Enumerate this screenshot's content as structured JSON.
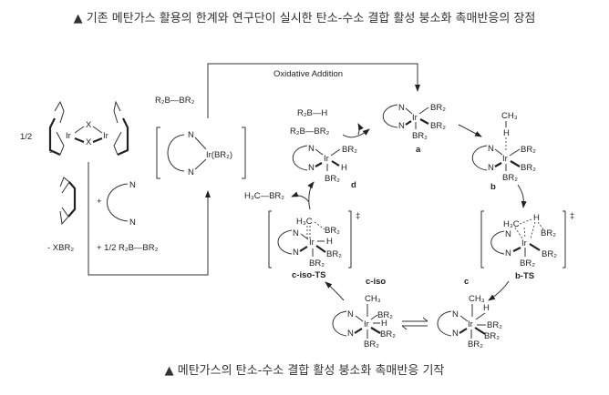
{
  "top_caption": "▲ 기존 메탄가스 활용의 한계와 연구단이 실시한 탄소-수소 결합 활성 붕소화 촉매반응의 장점",
  "bottom_caption": "▲ 메탄가스의 탄소-수소 결합 활성 붕소화 촉매반응 기작",
  "diagram": {
    "half": "1/2",
    "ir": "Ir",
    "x": "X",
    "n": "N",
    "h": "H",
    "ch3": "CH₃",
    "h3c": "H₃C",
    "br2": "BR₂",
    "dagger": "‡",
    "minus": "-",
    "plus": "+",
    "minus_xbr2": "- XBR₂",
    "plus_half_b2r4": "+ 1/2  R₂B—BR₂",
    "b2r4": "R₂B—BR₂",
    "hbr2": "R₂B—H",
    "ir_br2": "Ir(BR₂)",
    "h3c_br2": "H₃C—BR₂",
    "oxidative_addition": "Oxidative Addition",
    "labels": {
      "a": "a",
      "b": "b",
      "b_ts": "b-TS",
      "c": "c",
      "c_iso": "c-iso",
      "c_iso_ts": "c-iso-TS",
      "d": "d"
    }
  }
}
